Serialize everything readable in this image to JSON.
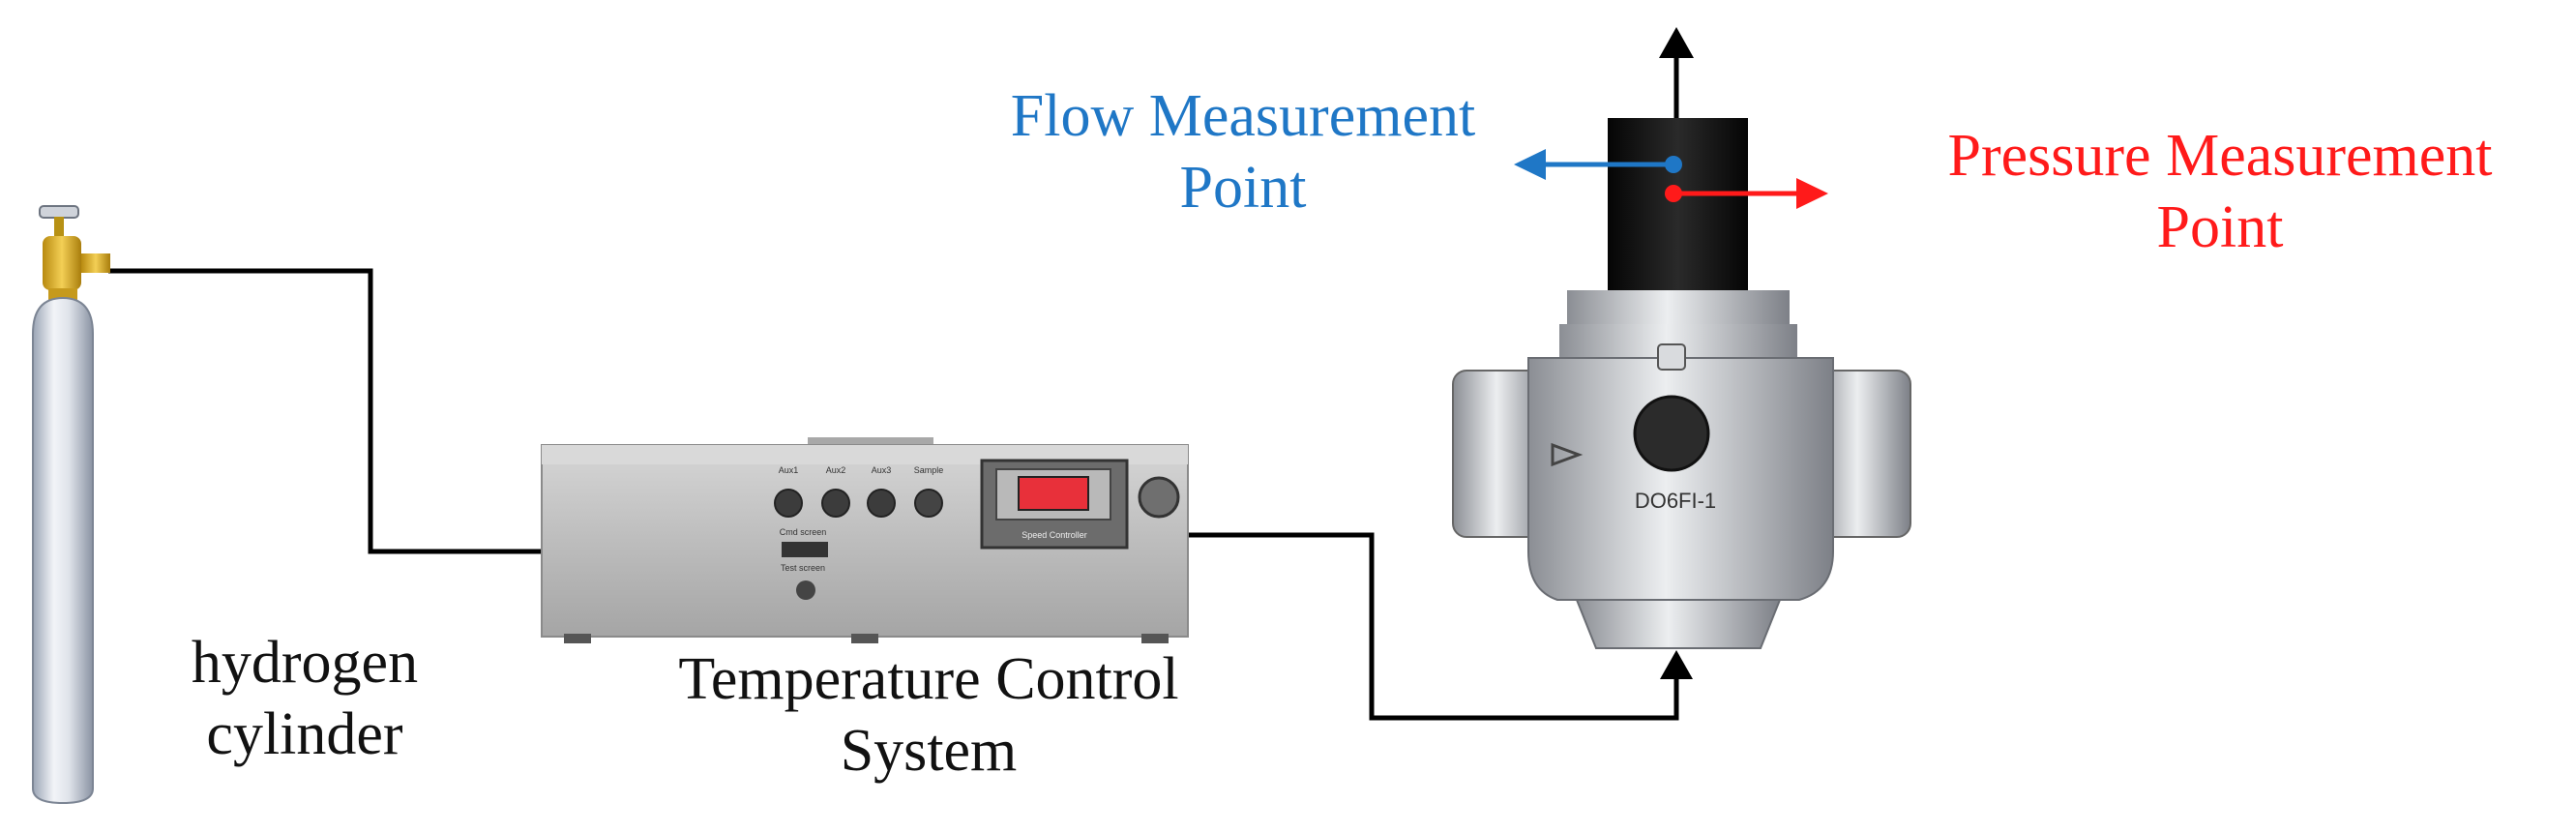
{
  "labels": {
    "cylinder": {
      "line1": "hydrogen",
      "line2": "cylinder"
    },
    "control": {
      "line1": "Temperature Control",
      "line2": "System"
    },
    "flow": {
      "line1": "Flow Measurement",
      "line2": "Point"
    },
    "pressure": {
      "line1": "Pressure Measurement",
      "line2": "Point"
    }
  },
  "device_text": {
    "valve_marking": "DO6FI-1",
    "panel_buttons": [
      "Aux1",
      "Aux2",
      "Aux3",
      "Sample"
    ],
    "panel_switch": "Cmd screen",
    "panel_foot": "Test screen",
    "controller_label": "Speed Controller"
  },
  "colors": {
    "flow": "#1f77c6",
    "pressure": "#ff1a1a",
    "line": "#000000",
    "display": "#e8303a"
  }
}
